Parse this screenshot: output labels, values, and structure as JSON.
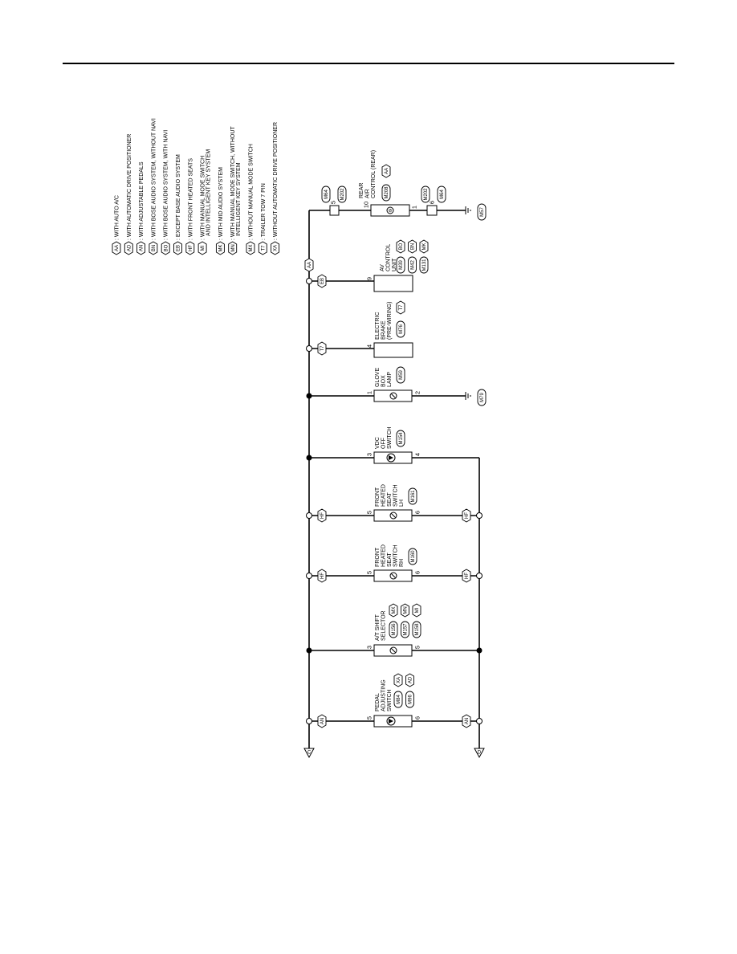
{
  "legend": [
    {
      "code": "AA",
      "text": ": WITH AUTO A/C"
    },
    {
      "code": "AD",
      "text": ": WITH AUTOMATIC DRIVE POSITIONER"
    },
    {
      "code": "AN",
      "text": ": WITH ADJUSTABLE PEDALS"
    },
    {
      "code": "BN",
      "text": ": WITH BOSE AUDIO SYSTEM, WITHOUT NAVI"
    },
    {
      "code": "BO",
      "text": ": WITH BOSE AUDIO SYSTEM, WITH NAVI"
    },
    {
      "code": "EB",
      "text": ": EXCEPT BASE AUDIO SYSTEM"
    },
    {
      "code": "HF",
      "text": ": WITH FRONT HEATED SEATS"
    },
    {
      "code": "MI",
      "text": ": WITH MANUAL MODE SWITCH",
      "text2": "AND INTELLIGENT KEY SYSTEM"
    },
    {
      "code": "MK",
      "text": ": WITH MID AUDIO SYSTEM"
    },
    {
      "code": "MN",
      "text": ": WITH MANUAL MODE SWITCH, WITHOUT",
      "text2": "INTELLIGENT KEY SYSTEM"
    },
    {
      "code": "MX",
      "text": ": WITHOUT MANUAL MODE SWITCH"
    },
    {
      "code": "T7",
      "text": ": TRAILER TOW 7 PIN"
    },
    {
      "code": "XA",
      "text": ": WITHOUT AUTOMATIC DRIVE POSITIONER"
    }
  ],
  "bus_options": [
    "AN",
    "HF",
    "HF",
    "T7",
    "EB",
    "AA"
  ],
  "return_options": [
    "AN",
    "HF",
    "HF"
  ],
  "terminals": {
    "left": "C",
    "right": "D"
  },
  "components": {
    "pedal": {
      "lines": [
        "PEDAL",
        "ADJUSTING",
        "SWITCH"
      ],
      "pin_in": "5",
      "pin_out": "6",
      "conns": [
        "M84",
        "M96"
      ],
      "opts": [
        "XA",
        "AD"
      ]
    },
    "shift": {
      "lines": [
        "A/T SHIFT",
        "SELECTOR"
      ],
      "pin_in": "3",
      "pin_out": "5",
      "conns": [
        "M156",
        "M157",
        "M158"
      ],
      "opts": [
        "MX",
        "MN",
        "MI"
      ]
    },
    "seat_rh": {
      "lines": [
        "FRONT",
        "HEATED",
        "SEAT",
        "SWITCH",
        "RH"
      ],
      "pin_in": "5",
      "pin_out": "6",
      "conns": [
        "M160"
      ]
    },
    "seat_lh": {
      "lines": [
        "FRONT",
        "HEATED",
        "SEAT",
        "SWITCH",
        "LH"
      ],
      "pin_in": "5",
      "pin_out": "6",
      "conns": [
        "M161"
      ]
    },
    "vdc": {
      "lines": [
        "VDC",
        "OFF",
        "SWITCH"
      ],
      "pin_in": "3",
      "pin_out": "4",
      "conns": [
        "M154"
      ]
    },
    "glove": {
      "lines": [
        "GLOVE",
        "BOX",
        "LAMP"
      ],
      "pin_in": "1",
      "pin_out": "2",
      "conns": [
        "M59"
      ],
      "ground": "M79"
    },
    "brake": {
      "lines": [
        "ELECTRIC",
        "BRAKE",
        "(PRE-WIRING)"
      ],
      "pin_in": "4",
      "conns": [
        "M76"
      ],
      "opts": [
        "T7"
      ]
    },
    "av": {
      "lines": [
        "AV",
        "CONTROL",
        "UNIT"
      ],
      "pin_in": "9",
      "conns": [
        "M39",
        "M42",
        "M131"
      ],
      "opts": [
        "BO",
        "BN",
        "MK"
      ]
    },
    "rear": {
      "lines": [
        "REAR",
        "AIR",
        "CONTROL (REAR)"
      ],
      "pin_in": "10",
      "pin_out": "1",
      "conns": [
        "M208"
      ],
      "opts": [
        "AA"
      ],
      "in_conn_pin": "5",
      "in_conns": [
        "M64",
        "M202"
      ],
      "out_conn_pin": "6",
      "out_conns": [
        "M202",
        "M64"
      ],
      "ground": "M57"
    }
  }
}
